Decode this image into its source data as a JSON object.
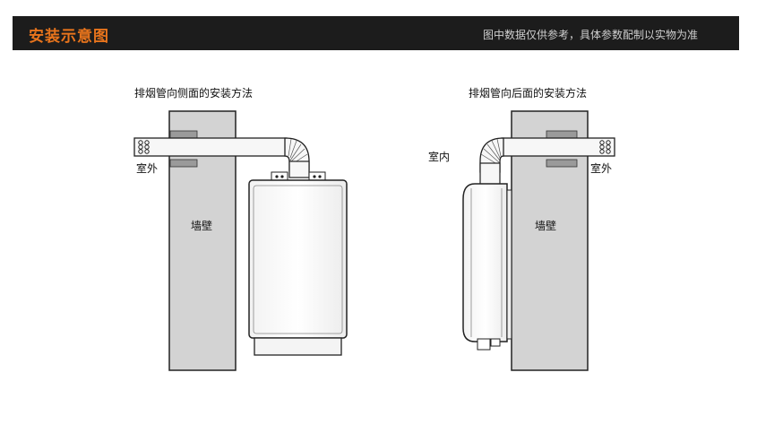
{
  "header": {
    "title": "安装示意图",
    "note": "图中数据仅供参考，具体参数配制以实物为准"
  },
  "diagram_left": {
    "title": "排烟管向侧面的安装方法",
    "outdoor_label": "室外",
    "wall_label": "墙壁"
  },
  "diagram_right": {
    "title": "排烟管向后面的安装方法",
    "indoor_label": "室内",
    "outdoor_label": "室外",
    "wall_label": "墙壁"
  },
  "colors": {
    "header_bg": "#1c1c1c",
    "title_accent": "#e8741c",
    "wall_fill": "#d3d3d3",
    "line": "#222222"
  }
}
